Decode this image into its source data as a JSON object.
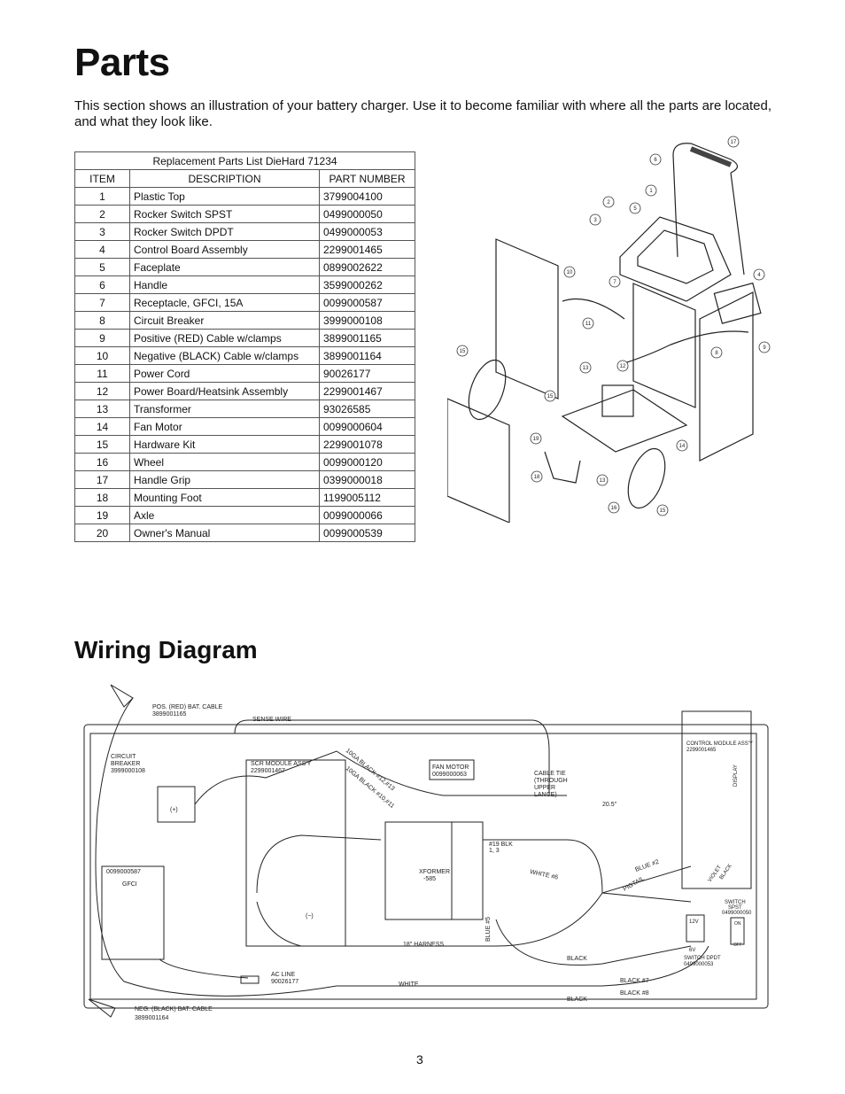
{
  "title": "Parts",
  "intro": "This section shows an illustration of your battery charger. Use it to become familiar with where all the parts are located, and what they look like.",
  "table": {
    "caption": "Replacement Parts List DieHard 71234",
    "headers": [
      "ITEM",
      "DESCRIPTION",
      "PART NUMBER"
    ],
    "rows": [
      [
        "1",
        "Plastic Top",
        "3799004100"
      ],
      [
        "2",
        "Rocker Switch SPST",
        "0499000050"
      ],
      [
        "3",
        "Rocker Switch DPDT",
        "0499000053"
      ],
      [
        "4",
        "Control Board Assembly",
        "2299001465"
      ],
      [
        "5",
        "Faceplate",
        "0899002622"
      ],
      [
        "6",
        "Handle",
        "3599000262"
      ],
      [
        "7",
        "Receptacle, GFCI, 15A",
        "0099000587"
      ],
      [
        "8",
        "Circuit Breaker",
        "3999000108"
      ],
      [
        "9",
        "Positive (RED) Cable w/clamps",
        "3899001165"
      ],
      [
        "10",
        "Negative (BLACK) Cable w/clamps",
        "3899001164"
      ],
      [
        "11",
        "Power Cord",
        "90026177"
      ],
      [
        "12",
        "Power Board/Heatsink Assembly",
        "2299001467"
      ],
      [
        "13",
        "Transformer",
        "93026585"
      ],
      [
        "14",
        "Fan Motor",
        "0099000604"
      ],
      [
        "15",
        "Hardware Kit",
        "2299001078"
      ],
      [
        "16",
        "Wheel",
        "0099000120"
      ],
      [
        "17",
        "Handle Grip",
        "0399000018"
      ],
      [
        "18",
        "Mounting Foot",
        "1199005112"
      ],
      [
        "19",
        "Axle",
        "0099000066"
      ],
      [
        "20",
        "Owner's Manual",
        "0099000539"
      ]
    ]
  },
  "exploded": {
    "callouts": [
      "17",
      "6",
      "1",
      "2",
      "5",
      "3",
      "4",
      "10",
      "7",
      "11",
      "8",
      "9",
      "15",
      "13",
      "12",
      "15",
      "19",
      "14",
      "18",
      "13",
      "16",
      "15"
    ]
  },
  "wiring": {
    "title": "Wiring Diagram",
    "labels": {
      "pos_cable": "POS. (RED) BAT. CABLE",
      "pos_cable_pn": "3899001165",
      "sense_wire": "SENSE WIRE",
      "circuit_breaker": "CIRCUIT",
      "circuit_breaker_2": "BREAKER",
      "circuit_breaker_pn": "3999000108",
      "scr_module": "SCR MODULE ASS'Y",
      "scr_module_pn": "2299001467",
      "black_13": "10GA BLACK #12,#13",
      "black_10": "10GA BLACK #10,#11",
      "fan_motor": "FAN MOTOR",
      "fan_motor_pn": "0099000063",
      "cable_tie": "CABLE TIE",
      "cable_tie_2": "(THROUGH",
      "cable_tie_3": "UPPER",
      "cable_tie_4": "LANCE)",
      "control_module": "CONTROL MODULE ASS'Y",
      "control_module_pn": "2299001465",
      "display": "DISPLAY",
      "dim_20": "20.5\"",
      "gfci_pn": "0099000587",
      "gfci": "GFCI",
      "xformer": "XFORMER",
      "xformer_pn": "-585",
      "blk_19": "#19 BLK",
      "blk_19b": "1, 3",
      "white_6": "WHITE #6",
      "blue_2": "BLUE #2",
      "pigtail": "PIGTAIL",
      "violet": "VIOLET",
      "black": "BLACK",
      "white": "WHITE",
      "blue_5": "BLUE #5",
      "minus": "(−)",
      "plus": "(+)",
      "harness": "18\" HARNESS",
      "switch_spst": "SWITCH",
      "switch_spst_2": "SPST",
      "switch_spst_pn": "0499000050",
      "v12": "12V",
      "v6": "6V",
      "on": "ON",
      "off": "OFF",
      "switch_dpdt": "SWITCH DPDT",
      "switch_dpdt_pn": "0499000053",
      "ac_line": "AC LINE",
      "ac_line_pn": "90026177",
      "black_7": "BLACK #7",
      "black_8": "BLACK #8",
      "neg_cable": "NEG. (BLACK) BAT. CABLE",
      "neg_cable_pn": "3899001164"
    }
  },
  "page_number": "3"
}
